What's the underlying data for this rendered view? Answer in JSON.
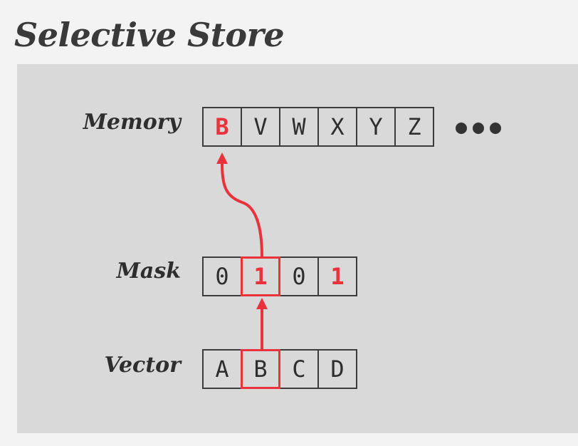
{
  "title": "Selective Store",
  "rows": {
    "memory": {
      "label": "Memory",
      "cells": [
        "B",
        "V",
        "W",
        "X",
        "Y",
        "Z"
      ]
    },
    "mask": {
      "label": "Mask",
      "cells": [
        "0",
        "1",
        "0",
        "1"
      ]
    },
    "vector": {
      "label": "Vector",
      "cells": [
        "A",
        "B",
        "C",
        "D"
      ]
    }
  },
  "colors": {
    "highlight": "#e8333d",
    "panel": "#d9d9d9",
    "text": "#2e2e2e"
  }
}
